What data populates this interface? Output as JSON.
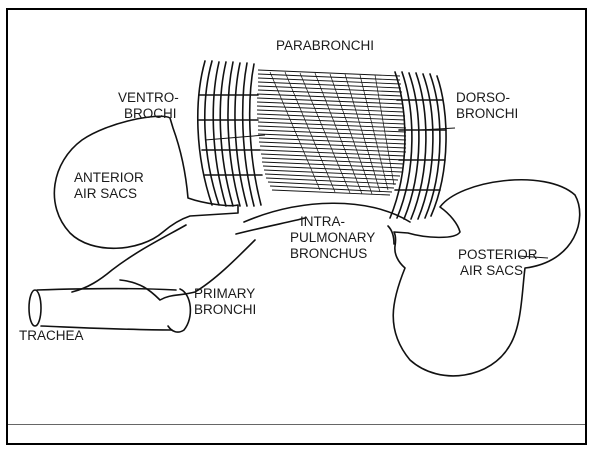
{
  "diagram": {
    "labels": {
      "parabronchi": "PARABRONCHI",
      "ventro_1": "VENTRO-",
      "ventro_2": "BROCHI",
      "dorso_1": "DORSO-",
      "dorso_2": "BRONCHI",
      "anterior_1": "ANTERIOR",
      "anterior_2": "AIR SACS",
      "intra_1": "INTRA-",
      "intra_2": "PULMONARY",
      "intra_3": "BRONCHUS",
      "posterior_1": "POSTERIOR",
      "posterior_2": "AIR SACS",
      "primary_1": "PRIMARY",
      "primary_2": "BRONCHI",
      "trachea": "TRACHEA"
    }
  }
}
